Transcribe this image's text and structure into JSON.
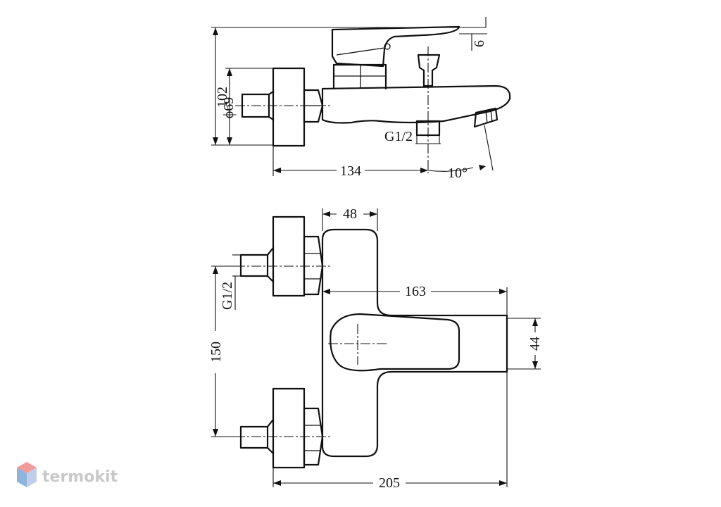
{
  "dimensions": {
    "height_total": "102",
    "diameter": "ϕ69",
    "inlet_top": "G1/2",
    "spout_offset": "6",
    "length_side": "134",
    "spout_angle": "10°",
    "body_width": "48",
    "inlet_side": "G1/2",
    "reach": "163",
    "handle_width": "44",
    "inlet_spacing": "150",
    "total_length": "205"
  },
  "watermark": {
    "text": "termokit",
    "colors": {
      "top": "#ef8a8a",
      "left": "#7aa7d8",
      "right": "#b7c6e6"
    }
  },
  "colors": {
    "line": "#111111",
    "background": "#ffffff"
  }
}
